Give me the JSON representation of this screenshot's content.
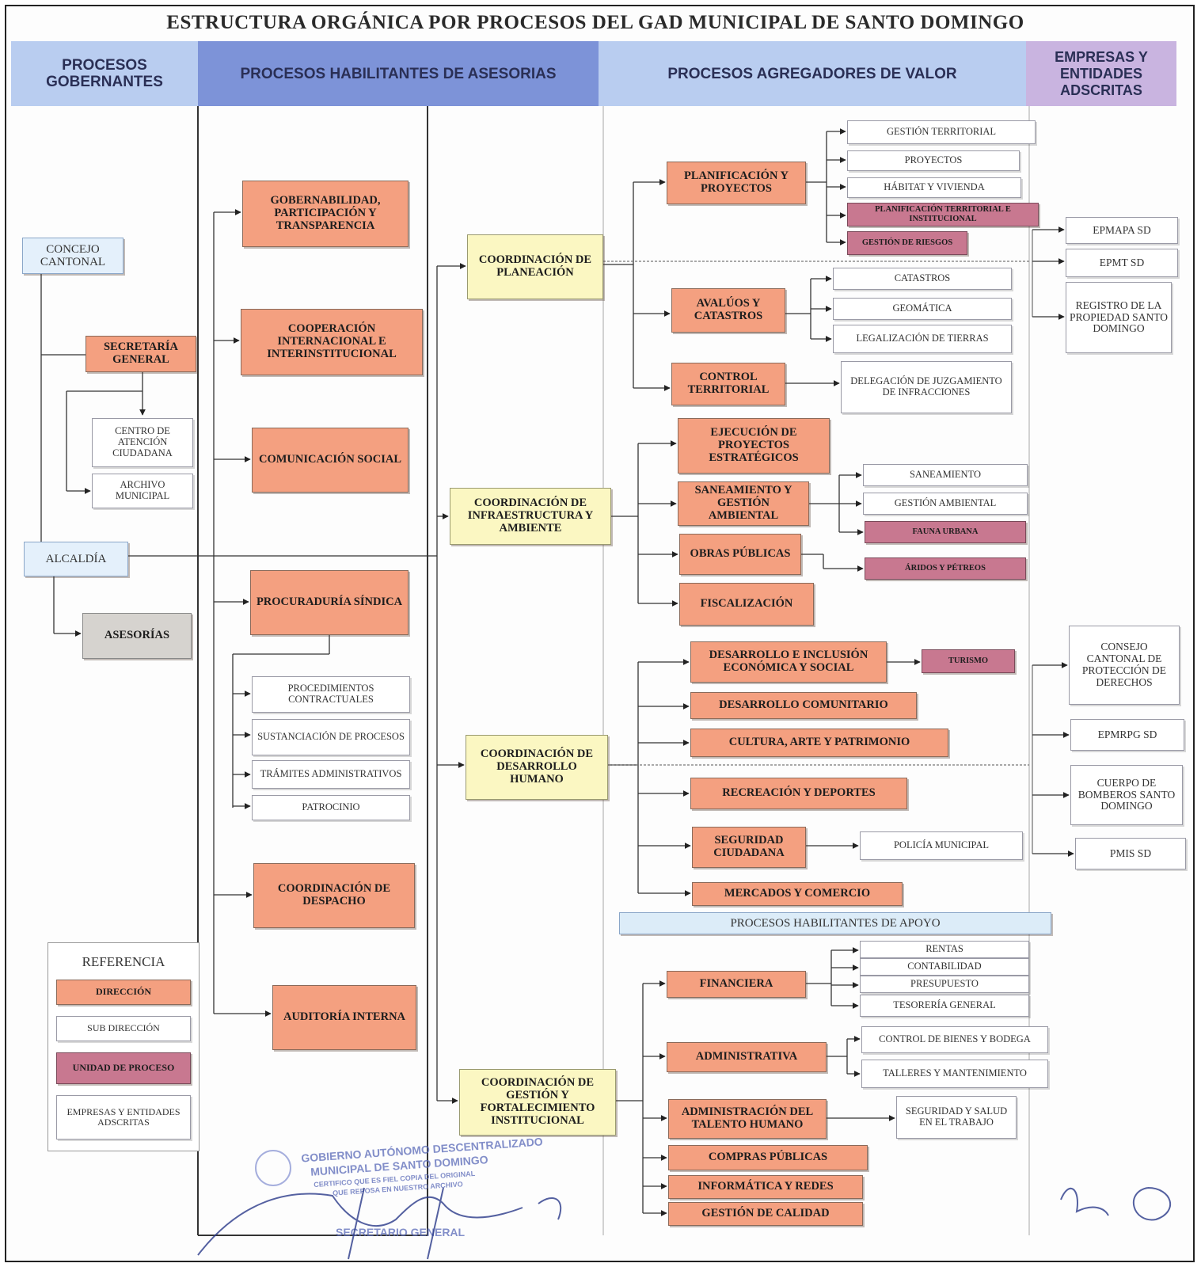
{
  "title": "ESTRUCTURA ORGÁNICA POR PROCESOS DEL GAD MUNICIPAL DE SANTO DOMINGO",
  "headers": {
    "gobernantes": "PROCESOS GOBERNANTES",
    "asesorias": "PROCESOS HABILITANTES DE ASESORIAS",
    "agregadores": "PROCESOS AGREGADORES DE VALOR",
    "empresas": "EMPRESAS Y ENTIDADES ADSCRITAS"
  },
  "colors": {
    "direccion": "#f4a080",
    "sub_direccion": "#ffffff",
    "unidad_proceso": "#c87890",
    "coordinacion": "#fbf7c2",
    "gobernante": "#e4f0fb",
    "header_blue": "#7d93d8"
  },
  "gobernantes": {
    "concejo": "CONCEJO CANTONAL",
    "secretaria": "SECRETARÍA GENERAL",
    "centro": "CENTRO DE ATENCIÓN CIUDADANA",
    "archivo": "ARCHIVO MUNICIPAL",
    "alcaldia": "ALCALDÍA",
    "asesorias": "ASESORÍAS"
  },
  "asesorias": {
    "gobernabilidad": "GOBERNABILIDAD, PARTICIPACIÓN Y TRANSPARENCIA",
    "cooperacion": "COOPERACIÓN INTERNACIONAL E INTERINSTITUCIONAL",
    "comunicacion": "COMUNICACIÓN SOCIAL",
    "procuraduria": "PROCURADURÍA SÍNDICA",
    "procedimientos": "PROCEDIMIENTOS CONTRACTUALES",
    "sustanciacion": "SUSTANCIACIÓN DE PROCESOS",
    "tramites": "TRÁMITES ADMINISTRATIVOS",
    "patrocinio": "PATROCINIO",
    "despacho": "COORDINACIÓN DE DESPACHO",
    "auditoria": "AUDITORÍA INTERNA"
  },
  "coordinaciones": {
    "planeacion": "COORDINACIÓN DE PLANEACIÓN",
    "infraestructura": "COORDINACIÓN DE INFRAESTRUCTURA Y AMBIENTE",
    "desarrollo": "COORDINACIÓN DE DESARROLLO HUMANO",
    "gestion": "COORDINACIÓN DE GESTIÓN Y FORTALECIMIENTO INSTITUCIONAL"
  },
  "planeacion": {
    "planificacion": "PLANIFICACIÓN Y PROYECTOS",
    "gestion_territorial": "GESTIÓN TERRITORIAL",
    "proyectos": "PROYECTOS",
    "habitat": "HÁBITAT Y VIVIENDA",
    "plan_territorial": "PLANIFICACIÓN TERRITORIAL E INSTITUCIONAL",
    "riesgos": "GESTIÓN DE RIESGOS",
    "avaluos": "AVALÚOS Y CATASTROS",
    "catastros": "CATASTROS",
    "geomatica": "GEOMÁTICA",
    "legalizacion": "LEGALIZACIÓN DE TIERRAS",
    "control": "CONTROL TERRITORIAL",
    "delegacion": "DELEGACIÓN DE JUZGAMIENTO DE INFRACCIONES"
  },
  "infraestructura": {
    "ejecucion": "EJECUCIÓN DE PROYECTOS ESTRATÉGICOS",
    "saneamiento_gestion": "SANEAMIENTO Y GESTIÓN AMBIENTAL",
    "saneamiento": "SANEAMIENTO",
    "gestion_ambiental": "GESTIÓN AMBIENTAL",
    "fauna": "FAUNA URBANA",
    "obras": "OBRAS PÚBLICAS",
    "aridos": "ÁRIDOS Y PÉTREOS",
    "fiscalizacion": "FISCALIZACIÓN"
  },
  "desarrollo": {
    "inclusion": "DESARROLLO E INCLUSIÓN ECONÓMICA Y SOCIAL",
    "turismo": "TURISMO",
    "comunitario": "DESARROLLO COMUNITARIO",
    "cultura": "CULTURA, ARTE Y PATRIMONIO",
    "recreacion": "RECREACIÓN Y DEPORTES",
    "seguridad": "SEGURIDAD CIUDADANA",
    "policia": "POLICÍA MUNICIPAL",
    "mercados": "MERCADOS Y COMERCIO"
  },
  "apoyo": {
    "header": "PROCESOS HABILITANTES DE APOYO",
    "financiera": "FINANCIERA",
    "rentas": "RENTAS",
    "contabilidad": "CONTABILIDAD",
    "presupuesto": "PRESUPUESTO",
    "tesoreria": "TESORERÍA GENERAL",
    "administrativa": "ADMINISTRATIVA",
    "bienes": "CONTROL DE BIENES Y BODEGA",
    "talleres": "TALLERES Y MANTENIMIENTO",
    "talento": "ADMINISTRACIÓN DEL TALENTO HUMANO",
    "seguridad_salud": "SEGURIDAD Y SALUD EN EL TRABAJO",
    "compras": "COMPRAS PÚBLICAS",
    "informatica": "INFORMÁTICA Y REDES",
    "calidad": "GESTIÓN DE CALIDAD"
  },
  "empresas": {
    "epmapa": "EPMAPA SD",
    "epmt": "EPMT SD",
    "registro": "REGISTRO DE LA PROPIEDAD SANTO DOMINGO",
    "consejo": "CONSEJO CANTONAL DE PROTECCIÓN DE DERECHOS",
    "epmrpg": "EPMRPG SD",
    "bomberos": "CUERPO DE BOMBEROS SANTO DOMINGO",
    "pmis": "PMIS SD"
  },
  "referencia": {
    "title": "REFERENCIA",
    "direccion": "DIRECCIÓN",
    "sub_direccion": "SUB DIRECCIÓN",
    "unidad": "UNIDAD DE PROCESO",
    "empresas": "EMPRESAS Y ENTIDADES ADSCRITAS"
  },
  "stamp": {
    "line1": "GOBIERNO AUTÓNOMO DESCENTRALIZADO",
    "line2": "MUNICIPAL DE SANTO DOMINGO",
    "line3": "CERTIFICO QUE ES FIEL COPIA DEL ORIGINAL",
    "line4": "QUE REPOSA EN NUESTRO ARCHIVO",
    "line5": "SECRETARIO GENERAL"
  }
}
